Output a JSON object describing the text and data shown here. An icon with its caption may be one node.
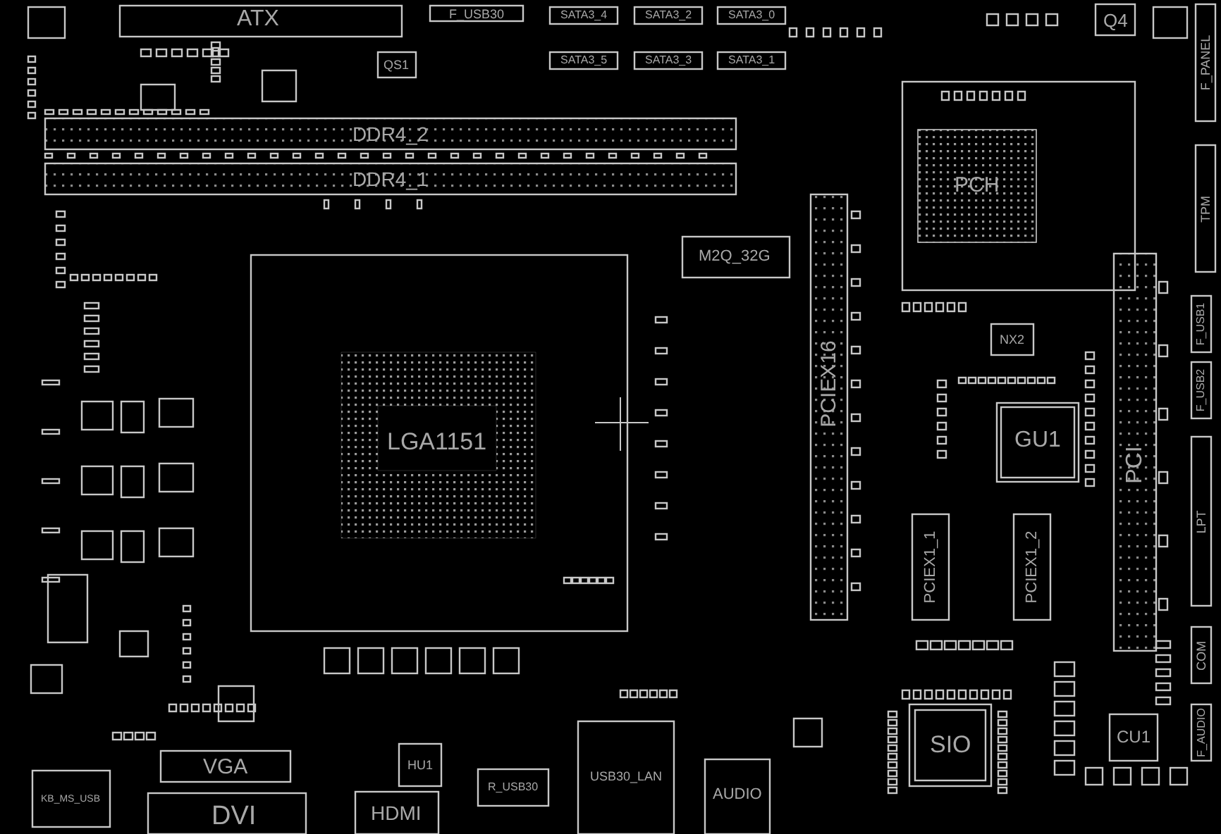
{
  "diagram": {
    "labels": [
      "ATX",
      "F_USB30",
      "SATA3_4",
      "SATA3_2",
      "SATA3_0",
      "Q4",
      "SATA3_5",
      "SATA3_3",
      "SATA3_1",
      "QS1",
      "DDR4_2",
      "DDR4_1",
      "PCH",
      "TPM",
      "F_PANEL",
      "M2Q_32G",
      "NX2",
      "F_USB1",
      "LGA1151",
      "PCIEX16",
      "GU1",
      "PCI",
      "F_USB2",
      "PCIEX1_1",
      "PCIEX1_2",
      "LPT",
      "COM",
      "F_AUDIO",
      "SIO",
      "CU1",
      "VGA",
      "KB_MS_USB",
      "HU1",
      "R_USB30",
      "USB30_LAN",
      "AUDIO",
      "DVI",
      "HDMI"
    ]
  }
}
